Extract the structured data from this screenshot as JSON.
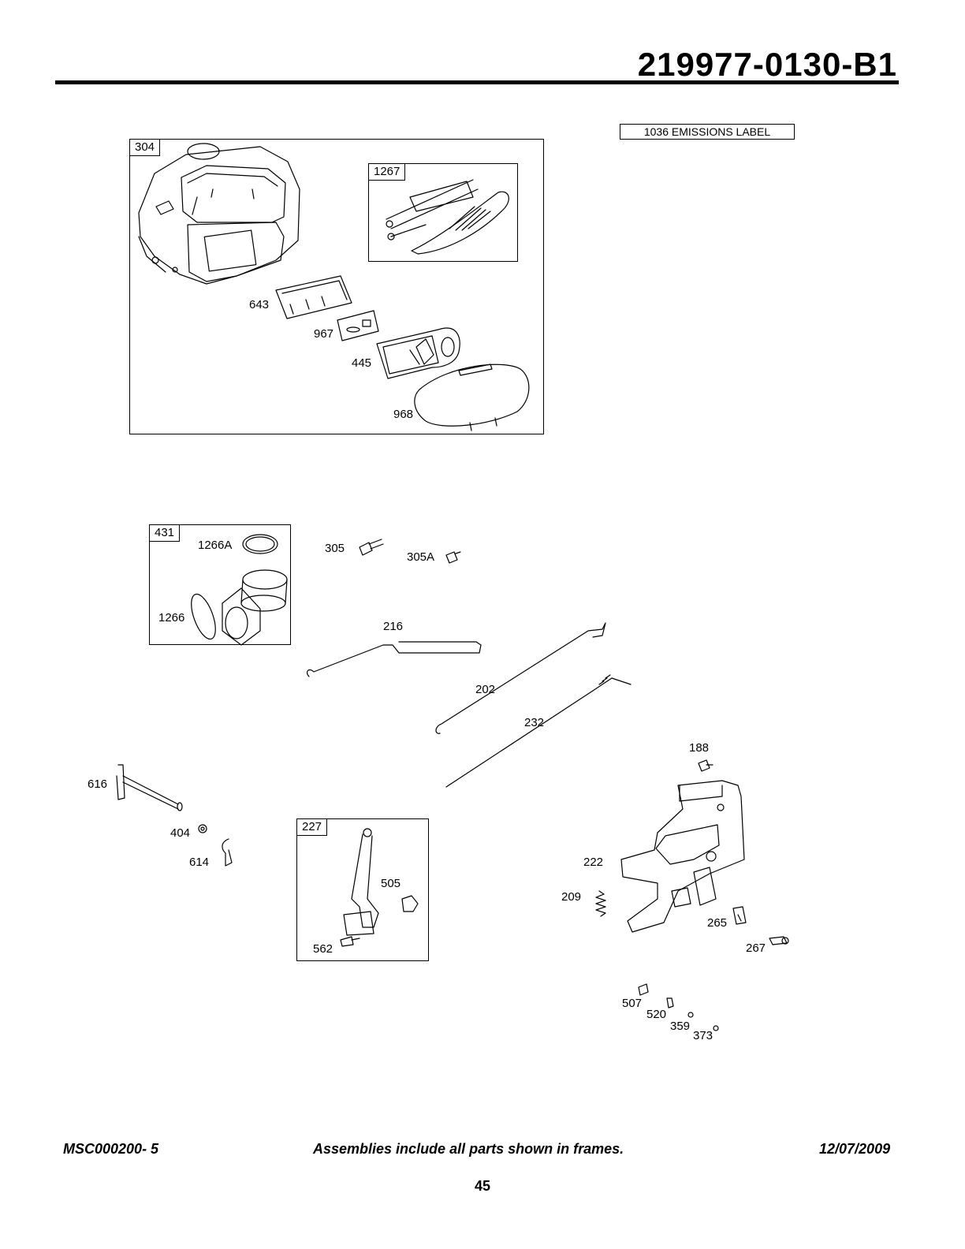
{
  "header": {
    "model_number": "219977-0130-B1"
  },
  "emissions_box": {
    "label": "1036 EMISSIONS LABEL"
  },
  "frames": {
    "blower_housing": {
      "tag": "304"
    },
    "handle_kit": {
      "tag": "1267"
    },
    "intake_kit": {
      "tag": "431"
    },
    "lever_kit": {
      "tag": "227"
    }
  },
  "part_labels": {
    "p643": "643",
    "p967": "967",
    "p445": "445",
    "p968": "968",
    "p1266A": "1266A",
    "p1266": "1266",
    "p305": "305",
    "p305A": "305A",
    "p216": "216",
    "p202": "202",
    "p232": "232",
    "p188": "188",
    "p616": "616",
    "p404": "404",
    "p614": "614",
    "p505": "505",
    "p562": "562",
    "p222": "222",
    "p209": "209",
    "p265": "265",
    "p267": "267",
    "p507": "507",
    "p520": "520",
    "p359": "359",
    "p373": "373"
  },
  "footer": {
    "doc_code": "MSC000200- 5",
    "note": "Assemblies include all parts shown in frames.",
    "date": "12/07/2009",
    "page": "45"
  }
}
